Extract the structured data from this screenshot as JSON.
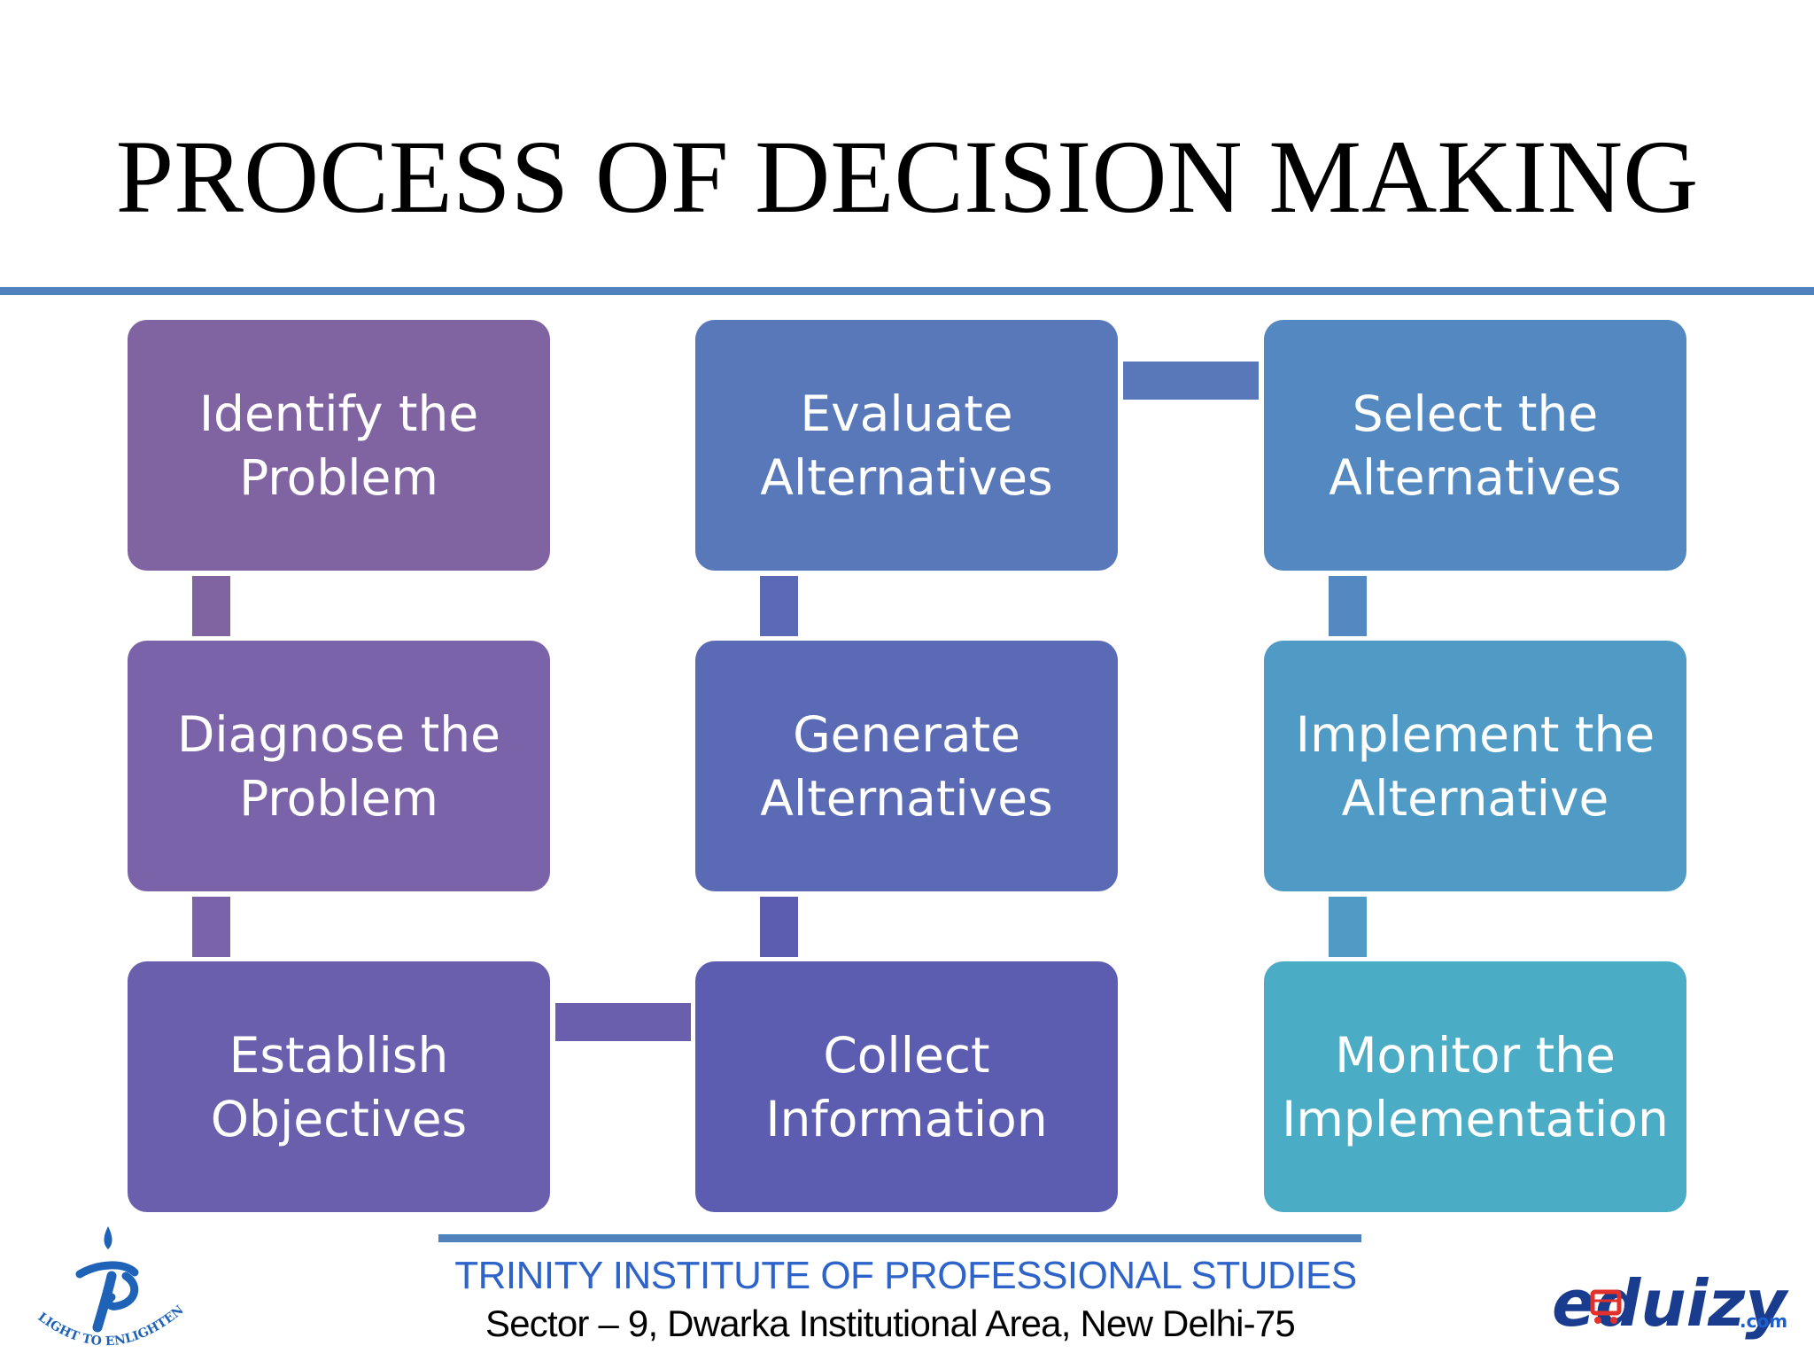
{
  "title": "PROCESS OF DECISION MAKING",
  "steps": [
    {
      "label": "Identify the\nProblem",
      "color": "#8064a2"
    },
    {
      "label": "Diagnose the\nProblem",
      "color": "#7a63a8"
    },
    {
      "label": "Establish\nObjectives",
      "color": "#6a5fad"
    },
    {
      "label": "Collect\nInformation",
      "color": "#5c5db0"
    },
    {
      "label": "Generate\nAlternatives",
      "color": "#5a6ab4"
    },
    {
      "label": "Evaluate\nAlternatives",
      "color": "#5878ba"
    },
    {
      "label": "Select the\nAlternatives",
      "color": "#5389c0"
    },
    {
      "label": "Implement the\nAlternative",
      "color": "#4f9bc6"
    },
    {
      "label": "Monitor the\nImplementation",
      "color": "#4bacc6"
    }
  ],
  "footer": {
    "institute": "TRINITY INSTITUTE OF PROFESSIONAL STUDIES",
    "address": "Sector – 9, Dwarka Institutional Area, New Delhi-75"
  },
  "logos": {
    "left_icon": "light-to-enlighten-logo",
    "left_text": "LIGHT TO ENLIGHTEN",
    "right_icon": "eduizy-logo",
    "right_text": "eduizy",
    "right_suffix": ".com"
  },
  "colors": {
    "rule": "#4f81bd",
    "institute_text": "#2e63c9"
  }
}
